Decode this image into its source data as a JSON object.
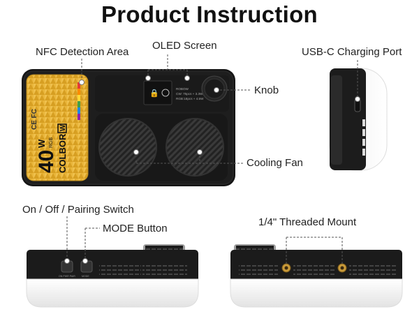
{
  "title": "Product Instruction",
  "labels": {
    "nfc": "NFC Detection Area",
    "oled": "OLED Screen",
    "usbc": "USB-C Charging Port",
    "knob": "Knob",
    "fan": "Cooling Fan",
    "switch": "On / Off / Pairing Switch",
    "mode": "MODE Button",
    "mount": "1/4\" Threaded Mount"
  },
  "product_print": {
    "power": "40",
    "unit": "W",
    "rgb": "RGB",
    "brand": "COLBOR",
    "model": "W",
    "cert": "CE FC",
    "oled_line1": "ROBOW",
    "oled_line2": "CW: 75pcs + 3.3W",
    "oled_line3": "RGB:18pcs + 4.5W",
    "switch_print": "ON PWR  PAIR",
    "mode_print": "MODE"
  },
  "colors": {
    "body": "#1b1b1b",
    "panel": "#e8b73a",
    "diffuser": "#f4f4f4",
    "accent_stripe": [
      "#e53935",
      "#fb8c00",
      "#fdd835",
      "#43a047",
      "#1e88e5",
      "#8e24aa"
    ]
  }
}
